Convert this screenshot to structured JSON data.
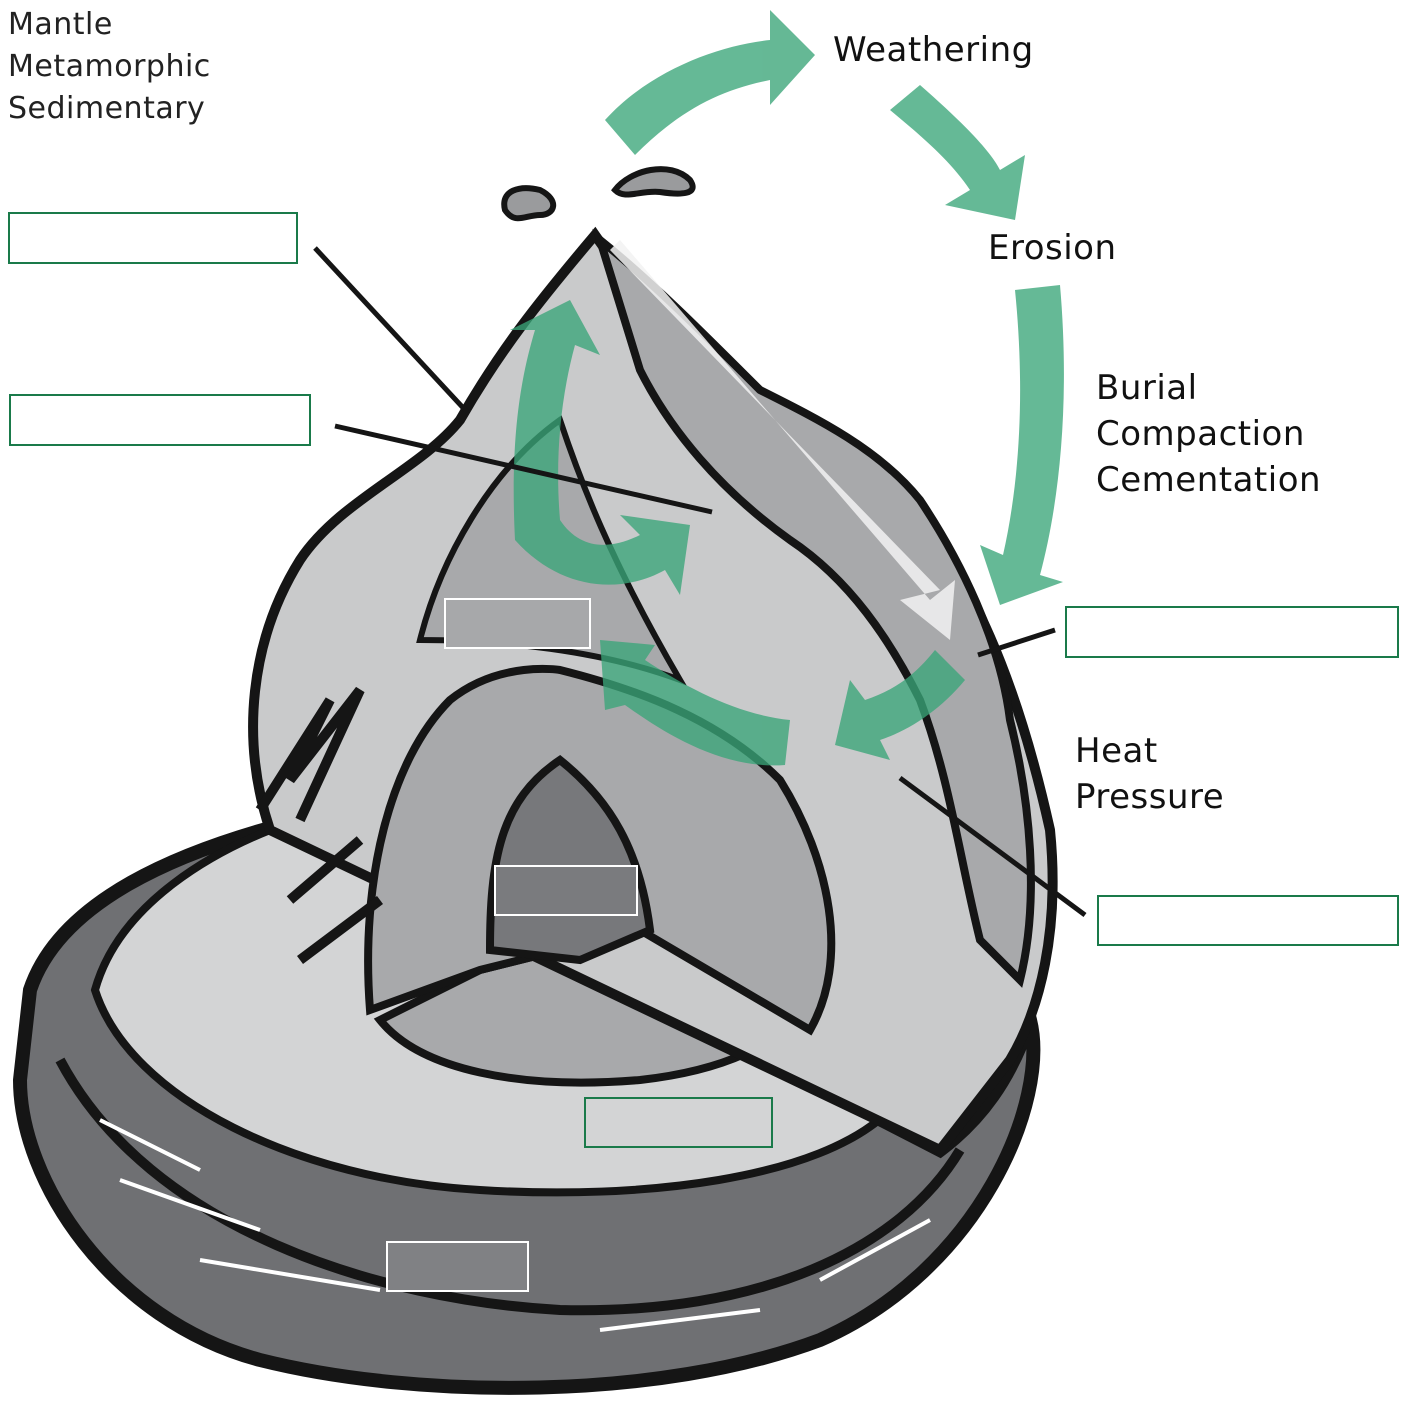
{
  "word_bank": {
    "items": [
      "Mantle",
      "Metamorphic",
      "Sedimentary"
    ]
  },
  "processes": {
    "weathering": "Weathering",
    "erosion": "Erosion",
    "burial": [
      "Burial",
      "Compaction",
      "Cementation"
    ],
    "heat": [
      "Heat",
      "Pressure"
    ]
  },
  "answer_boxes": [
    {
      "id": "label-1",
      "value": ""
    },
    {
      "id": "label-2",
      "value": ""
    },
    {
      "id": "label-3",
      "value": ""
    },
    {
      "id": "label-4",
      "value": ""
    },
    {
      "id": "label-5",
      "value": ""
    },
    {
      "id": "label-6",
      "value": ""
    },
    {
      "id": "label-7",
      "value": ""
    },
    {
      "id": "label-8",
      "value": ""
    }
  ],
  "colors": {
    "arrow_green": "#3aa578",
    "box_border": "#1a7a4a",
    "outline": "#151515",
    "crust_light": "#d3d4d5",
    "mantle_gray": "#a8a9ab",
    "core_dark": "#77787b"
  }
}
